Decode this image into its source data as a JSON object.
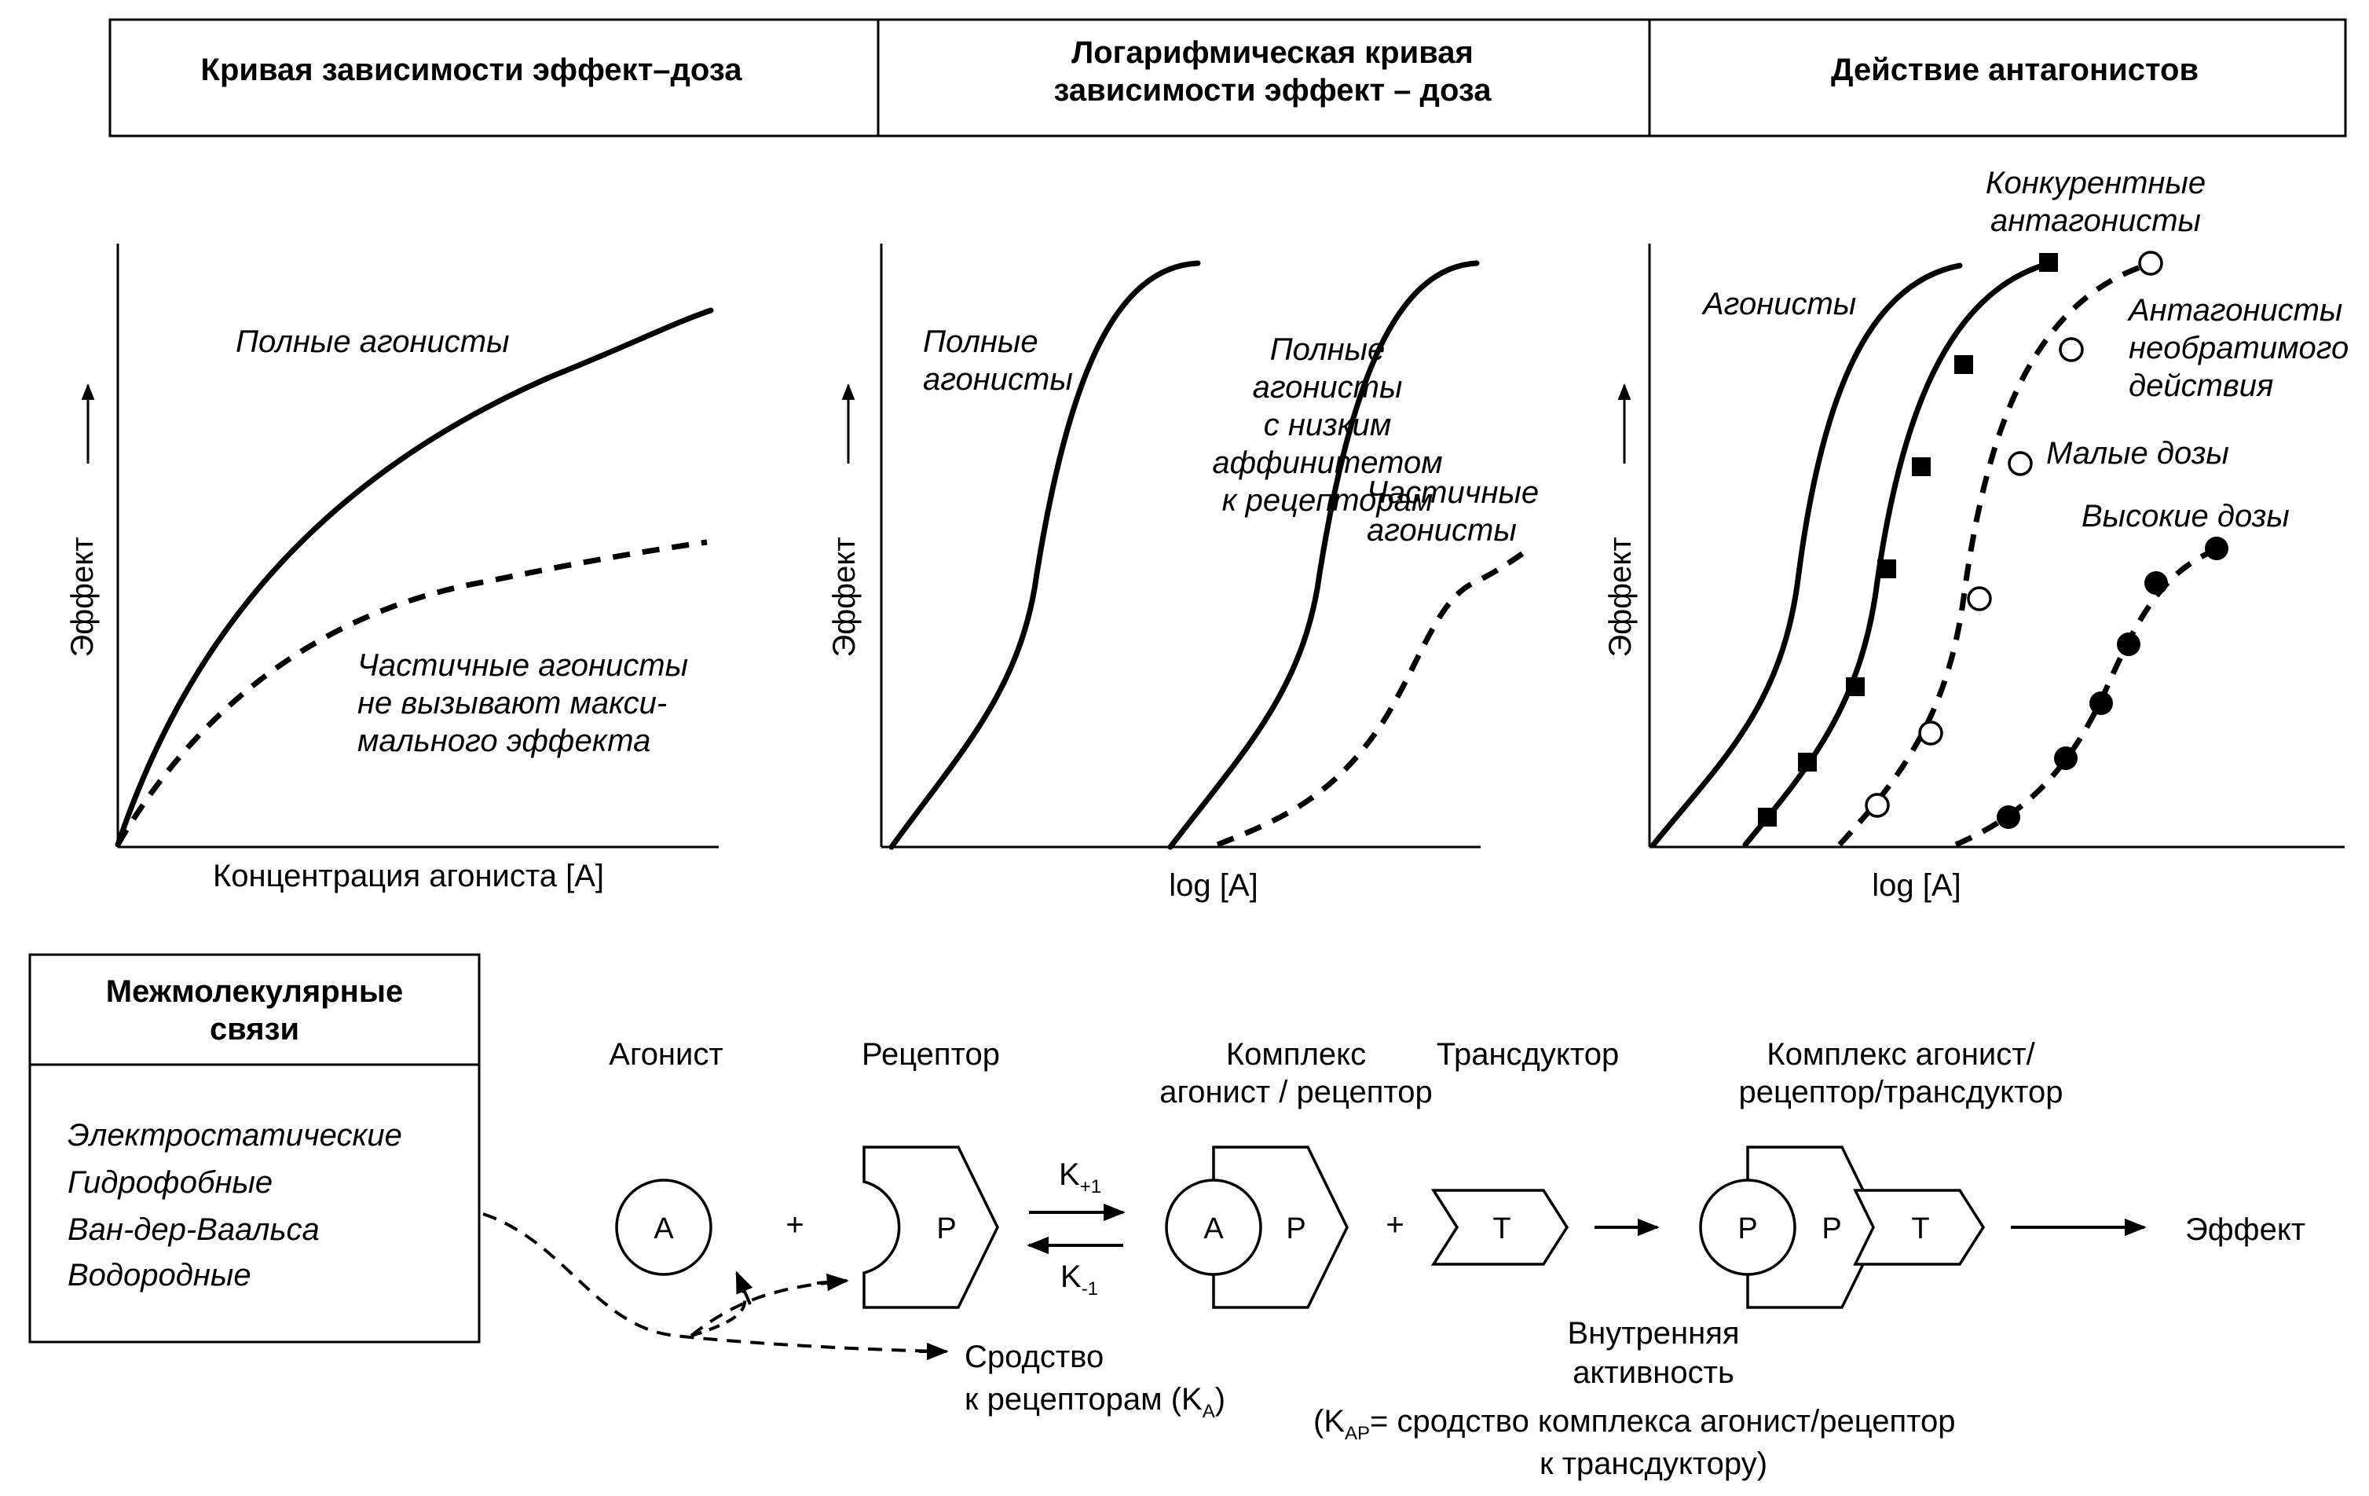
{
  "headers": {
    "panel1": "Кривая зависимости эффект–доза",
    "panel2_line1": "Логарифмическая кривая",
    "panel2_line2": "зависимости эффект – доза",
    "panel3": "Действие антагонистов"
  },
  "chart_data": [
    {
      "type": "line",
      "ylabel": "Эффект",
      "xlabel": "Концентрация агониста [A]",
      "series": [
        {
          "name": "Полные агонисты",
          "style": "solid"
        },
        {
          "name": "Частичные агонисты не вызывают максимального эффекта",
          "style": "dashed"
        }
      ]
    },
    {
      "type": "line",
      "ylabel": "Эффект",
      "xlabel": "log [A]",
      "series": [
        {
          "name": "Полные агонисты",
          "style": "solid"
        },
        {
          "name": "Полные агонисты с низким аффинитетом к рецепторам",
          "style": "solid"
        },
        {
          "name": "Частичные агонисты",
          "style": "dashed"
        }
      ]
    },
    {
      "type": "line",
      "ylabel": "Эффект",
      "xlabel": "log [A]",
      "series": [
        {
          "name": "Агонисты",
          "style": "solid"
        },
        {
          "name": "Конкурентные антагонисты",
          "style": "solid",
          "marker": "filled-square"
        },
        {
          "name": "Антагонисты необратимого действия — Малые дозы",
          "style": "dashed",
          "marker": "open-circle"
        },
        {
          "name": "Высокие дозы",
          "style": "dashed",
          "marker": "filled-circle"
        }
      ]
    }
  ],
  "labels": {
    "c1_full": "Полные агонисты",
    "c1_partial": [
      "Частичные агонисты",
      "не вызывают макси-",
      "мального эффекта"
    ],
    "c2_full": [
      "Полные",
      "агонисты"
    ],
    "c2_low": [
      "Полные",
      "агонисты",
      "с низким",
      "аффинитетом",
      "к рецепторам"
    ],
    "c2_partial": [
      "Частичные",
      "агонисты"
    ],
    "c3_agonists": "Агонисты",
    "c3_competitive": [
      "Конкурентные",
      "антагонисты"
    ],
    "c3_irreversible": [
      "Антагонисты",
      "необратимого",
      "действия"
    ],
    "c3_low": "Малые дозы",
    "c3_high": "Высокие дозы"
  },
  "bonds": {
    "title_line1": "Межмолекулярные",
    "title_line2": "связи",
    "items": [
      "Электростатические",
      "Гидрофобные",
      "Ван-дер-Ваальса",
      "Водородные"
    ]
  },
  "scheme": {
    "agonist": "Агонист",
    "receptor": "Рецептор",
    "complex_line1": "Комплекс",
    "complex_line2": "агонист / рецептор",
    "transducer": "Трансдуктор",
    "triple_line1": "Комплекс агонист/",
    "triple_line2": "рецептор/трансдуктор",
    "effect": "Эффект",
    "plus": "+",
    "k_forward": "K",
    "k_forward_sub": "+1",
    "k_back": "K",
    "k_back_sub": "-1",
    "node_a": "A",
    "node_p": "P",
    "node_t": "T",
    "affinity_line1": "Сродство",
    "affinity_line2": "к рецепторам (K",
    "affinity_sub": "A",
    "affinity_close": ")",
    "intrinsic_line1": "Внутренняя",
    "intrinsic_line2": "активность",
    "kap_open": "(K",
    "kap_sub": "AP",
    "kap_text": "= сродство комплекса агонист/рецептор",
    "kap_line2": "к трансдуктору)"
  }
}
